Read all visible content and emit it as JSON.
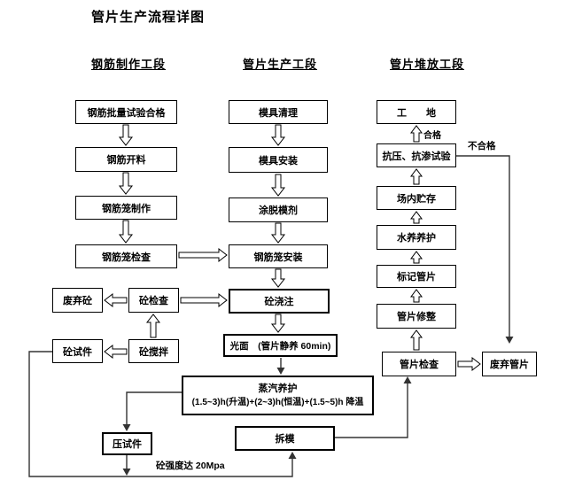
{
  "title": "管片生产流程详图",
  "headers": {
    "left": "钢筋制作工段",
    "middle": "管片生产工段",
    "right": "管片堆放工段"
  },
  "nodes": {
    "steel_batch_test": "钢筋批量试验合格",
    "steel_cutting": "钢筋开料",
    "cage_making": "钢筋笼制作",
    "cage_check": "钢筋笼检查",
    "mold_cleaning": "模具清理",
    "mold_install": "模具安装",
    "release_agent": "涂脱模剂",
    "cage_install": "钢筋笼安装",
    "concrete_pouring": "砼浇注",
    "smooth_surface": "光面　(管片静养 60min)",
    "steam_curing_title": "蒸汽养护",
    "steam_curing_formula": "(1.5~3)h(升温)+(2~3)h(恒温)+(1.5~5)h 降温",
    "demolding": "拆模",
    "waste_concrete": "废弃砼",
    "concrete_check": "砼检查",
    "concrete_mixing": "砼搅拌",
    "concrete_specimen": "砼试件",
    "press_specimen": "压试件",
    "site": "工　　地",
    "pressure_seepage_test": "抗压、抗渗试验",
    "yard_storage": "场内贮存",
    "water_curing": "水养养护",
    "mark_segment": "标记管片",
    "segment_trim": "管片修整",
    "segment_check": "管片检查",
    "waste_segment": "废弃管片"
  },
  "edge_labels": {
    "qualified": "合格",
    "unqualified": "不合格",
    "strength_note": "砼强度达 20Mpa"
  },
  "colors": {
    "line": "#333333",
    "box_border": "#000000",
    "background": "#ffffff"
  }
}
